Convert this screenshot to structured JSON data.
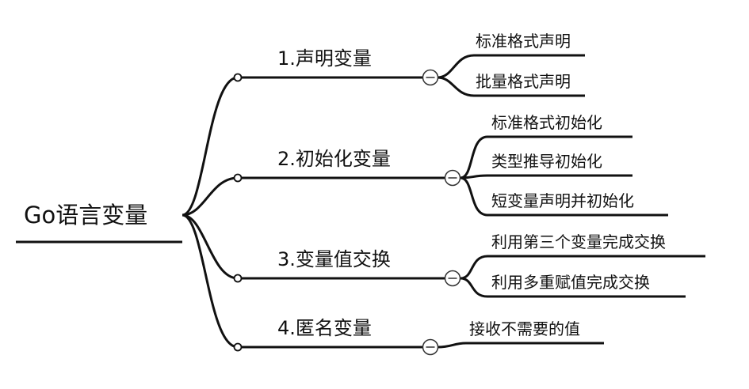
{
  "colors": {
    "line": "#111111",
    "background": "#ffffff"
  },
  "mindmap": {
    "root": {
      "label": "Go语言变量"
    },
    "branches": [
      {
        "label": "1.声明变量",
        "children": [
          {
            "label": "标准格式声明"
          },
          {
            "label": "批量格式声明"
          }
        ]
      },
      {
        "label": "2.初始化变量",
        "children": [
          {
            "label": "标准格式初始化"
          },
          {
            "label": "类型推导初始化"
          },
          {
            "label": "短变量声明并初始化"
          }
        ]
      },
      {
        "label": "3.变量值交换",
        "children": [
          {
            "label": "利用第三个变量完成交换"
          },
          {
            "label": "利用多重赋值完成交换"
          }
        ]
      },
      {
        "label": "4.匿名变量",
        "children": [
          {
            "label": "接收不需要的值"
          }
        ]
      }
    ]
  }
}
